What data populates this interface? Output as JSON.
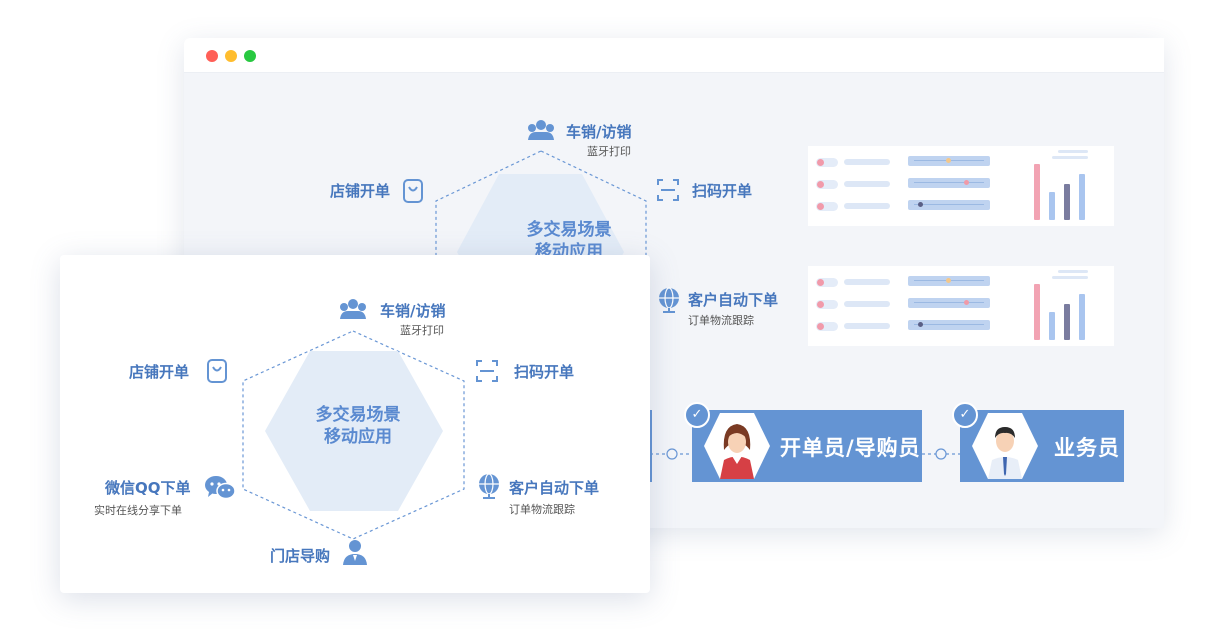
{
  "window": {
    "controls": [
      "close",
      "minimize",
      "maximize"
    ],
    "colors": {
      "close": "#ff5f57",
      "minimize": "#ffbd2e",
      "maximize": "#28c840"
    }
  },
  "diagram": {
    "center_line1": "多交易场景",
    "center_line2": "移动应用",
    "top": {
      "label": "车销/访销",
      "sub": "蓝牙打印",
      "icon": "group-users-icon"
    },
    "top_left": {
      "label": "店铺开单",
      "icon": "shopping-bag-icon"
    },
    "top_right": {
      "label": "扫码开单",
      "icon": "scan-icon"
    },
    "bottom_right": {
      "label": "客户自动下单",
      "sub": "订单物流跟踪",
      "icon": "globe-icon"
    },
    "bottom_left": {
      "label": "微信QQ下单",
      "sub": "实时在线分享下单",
      "icon": "wechat-icon"
    },
    "bottom": {
      "label": "门店导购",
      "icon": "user-icon"
    }
  },
  "roles": [
    {
      "label": "开单员/导购员",
      "icon": "female-staff-avatar-icon"
    },
    {
      "label": "业务员",
      "icon": "male-staff-avatar-icon"
    }
  ],
  "colors": {
    "accent": "#6494d3",
    "label_blue": "#4777bd",
    "hex_fill": "#e3ecf7",
    "bar_pink": "#f2a3b3",
    "bar_blue": "#a9c5ef",
    "bar_dark": "#7a7c9f"
  }
}
